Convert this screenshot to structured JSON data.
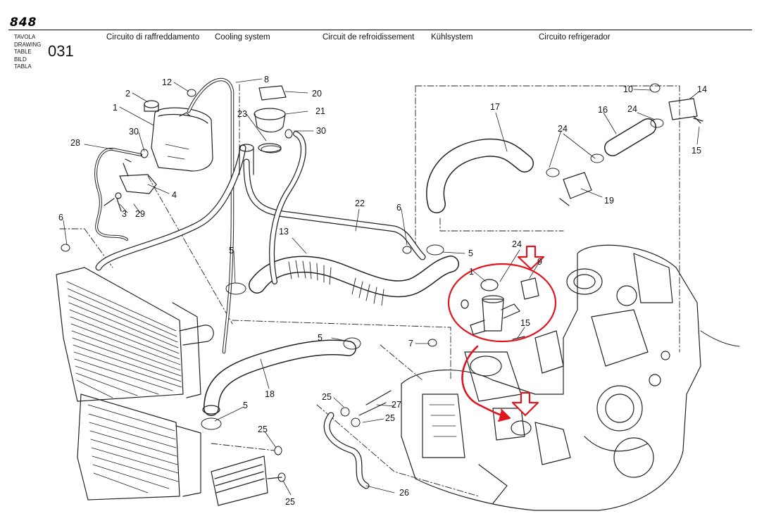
{
  "header": {
    "model_logo": "848",
    "labels": [
      "TAVOLA",
      "DRAWING",
      "TABLE",
      "BILD",
      "TABLA"
    ],
    "drawing_number": "031",
    "titles": {
      "it": "Circuito di raffreddamento",
      "en": "Cooling system",
      "fr": "Circuit de refroidissement",
      "de": "Kühlsystem",
      "es": "Circuito refrigerador"
    }
  },
  "callouts": [
    "1",
    "2",
    "3",
    "4",
    "5",
    "6",
    "7",
    "8",
    "9",
    "10",
    "12",
    "13",
    "14",
    "15",
    "16",
    "17",
    "18",
    "19",
    "20",
    "21",
    "22",
    "23",
    "24",
    "25",
    "26",
    "27",
    "28",
    "29",
    "30"
  ],
  "annotations": {
    "highlight_color": "#e0141e",
    "partial_label": "1"
  }
}
